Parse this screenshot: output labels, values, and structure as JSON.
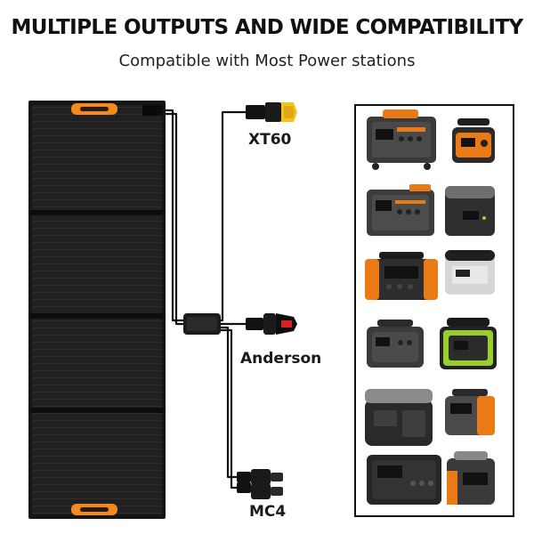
{
  "header": {
    "title": "MULTIPLE OUTPUTS AND WIDE COMPATIBILITY",
    "subtitle": "Compatible with Most Power stations"
  },
  "connectors": [
    {
      "label": "XT60"
    },
    {
      "label": "Anderson"
    },
    {
      "label": "MC4"
    }
  ],
  "colors": {
    "panel": "#1c1c1c",
    "handle": "#f28a1e",
    "cable": "#111111",
    "station_orange": "#ea7a16"
  }
}
